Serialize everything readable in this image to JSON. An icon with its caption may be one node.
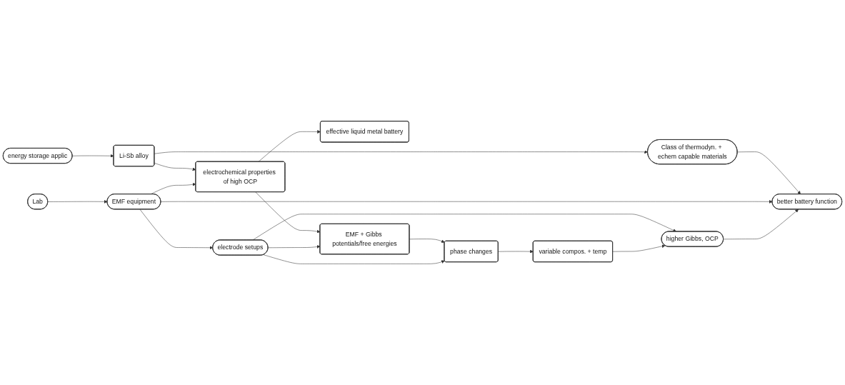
{
  "diagram": {
    "nodes": [
      {
        "text": [
          "energy storage applic"
        ]
      },
      {
        "text": [
          "Li-Sb alloy"
        ]
      },
      {
        "text": [
          "Class of thermodyn. + echem capable materials"
        ]
      },
      {
        "text": [
          "Lab"
        ]
      },
      {
        "text": [
          "effective liquid metal battery"
        ]
      },
      {
        "text": [
          "electrochemical properties of high OCP"
        ]
      },
      {
        "text": [
          "EMF equipment"
        ]
      },
      {
        "text": [
          "better battery function"
        ]
      },
      {
        "text": [
          "EMF + Gibbs potentials/free energies"
        ]
      },
      {
        "text": [
          "electrode setups"
        ]
      },
      {
        "text": [
          "higher Gibbs, OCP"
        ]
      },
      {
        "text": [
          "phase changes"
        ]
      },
      {
        "text": [
          "variable compos. + temp"
        ]
      }
    ],
    "edges": [
      {
        "from": 0,
        "to": 1,
        "arrow": "to"
      },
      {
        "from": 1,
        "to": 2,
        "arrow": "to"
      },
      {
        "from": 1,
        "to": 5,
        "arrow": "to"
      },
      {
        "from": 2,
        "to": 7,
        "arrow": "to"
      },
      {
        "from": 3,
        "to": 6,
        "arrow": "to"
      },
      {
        "from": 5,
        "to": 4,
        "arrow": "to"
      },
      {
        "from": 6,
        "to": 5,
        "arrow": "to"
      },
      {
        "from": 6,
        "to": 7,
        "arrow": "to"
      },
      {
        "from": 6,
        "to": 9,
        "arrow": "to"
      },
      {
        "from": 5,
        "to": 8,
        "arrow": "to"
      },
      {
        "from": 9,
        "to": 8,
        "arrow": "to"
      },
      {
        "from": 9,
        "to": 10,
        "arrow": "to"
      },
      {
        "from": 8,
        "to": 11,
        "arrow": "to"
      },
      {
        "from": 9,
        "to": 11,
        "arrow": "to"
      },
      {
        "from": 11,
        "to": 12,
        "arrow": "to"
      },
      {
        "from": 12,
        "to": 10,
        "arrow": "to"
      },
      {
        "from": 10,
        "to": 7,
        "arrow": "to"
      }
    ]
  }
}
